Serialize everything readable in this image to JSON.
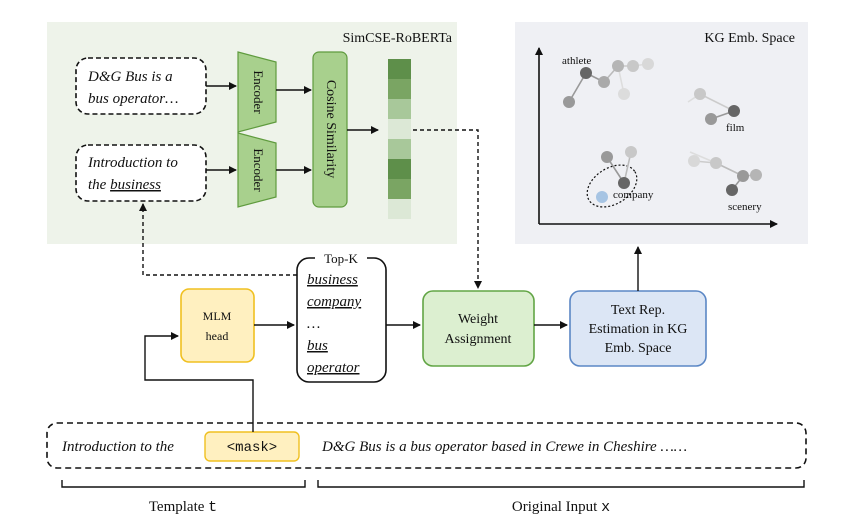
{
  "simcse": {
    "title": "SimCSE-RoBERTa",
    "sentence1_line1": "D&G Bus is a",
    "sentence1_line2": "bus operator…",
    "sentence2_line1": "Introduction to",
    "sentence2_line2_prefix": "the ",
    "sentence2_line2_word": "business",
    "encoder_label": "Encoder",
    "similarity_label": "Cosine Similarity",
    "similarity_colors": [
      "#5e8f4a",
      "#7aa563",
      "#a8c89a",
      "#dce8d6",
      "#a8c89a",
      "#5e8f4a",
      "#7aa563",
      "#dce8d6"
    ]
  },
  "kg": {
    "title": "KG Emb. Space",
    "labels": {
      "athlete": "athlete",
      "film": "film",
      "company": "company",
      "scenery": "scenery"
    }
  },
  "topk": {
    "title": "Top-K",
    "items": [
      "business",
      "company",
      "…",
      "bus",
      "operator"
    ]
  },
  "mlm": {
    "line1": "MLM",
    "line2": "head"
  },
  "weight": {
    "line1": "Weight",
    "line2": "Assignment"
  },
  "textrep": {
    "line1": "Text Rep.",
    "line2": "Estimation in KG",
    "line3": "Emb. Space"
  },
  "input": {
    "template_text": "Introduction to the",
    "mask_token": "<mask>",
    "original_text": "D&G Bus is a bus operator based in Crewe in Cheshire ……"
  },
  "brackets": {
    "template_label": "Template",
    "template_symbol": "t",
    "original_label": "Original Input",
    "original_symbol": "x"
  }
}
